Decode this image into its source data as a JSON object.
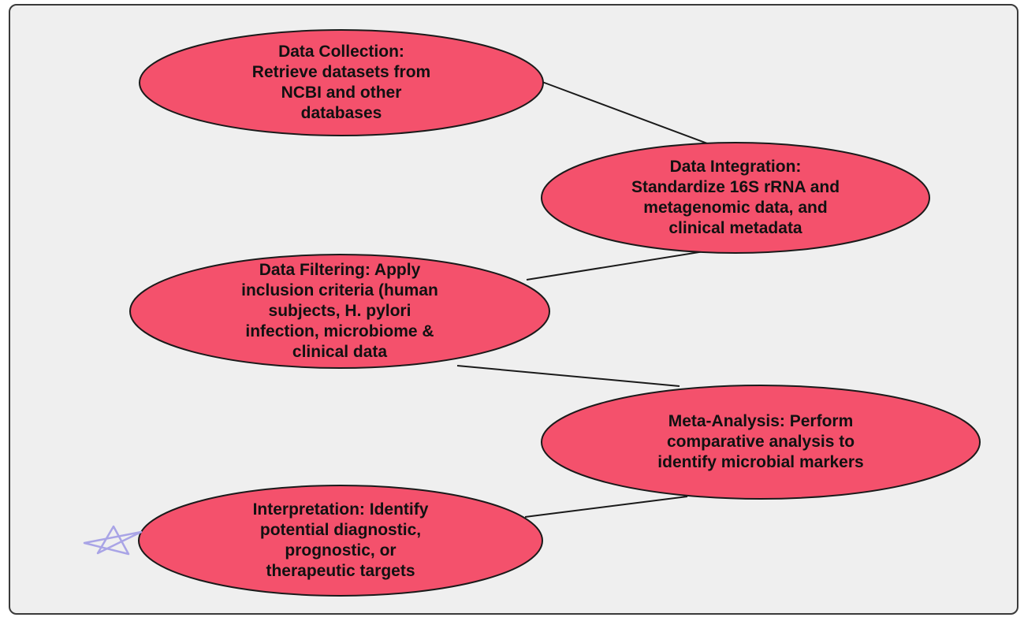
{
  "colors": {
    "node_fill": "#f4516c",
    "node_stroke": "#1a1a1a",
    "connector": "#1a1a1a",
    "star_stroke": "#a9a4e6",
    "frame_bg": "#efefef"
  },
  "nodes": [
    {
      "id": "data-collection",
      "label": "Data Collection:\nRetrieve datasets from\nNCBI and other\ndatabases"
    },
    {
      "id": "data-integration",
      "label": "Data Integration:\nStandardize 16S rRNA and\nmetagenomic data, and\nclinical metadata"
    },
    {
      "id": "data-filtering",
      "label": "Data Filtering: Apply\ninclusion criteria (human\nsubjects, H. pylori\ninfection, microbiome &\nclinical data"
    },
    {
      "id": "meta-analysis",
      "label": "Meta-Analysis: Perform\ncomparative analysis to\nidentify microbial markers"
    },
    {
      "id": "interpretation",
      "label": "Interpretation: Identify\npotential diagnostic,\nprognostic, or\ntherapeutic targets"
    }
  ],
  "edges": [
    {
      "from": "data-collection",
      "to": "data-integration"
    },
    {
      "from": "data-integration",
      "to": "data-filtering"
    },
    {
      "from": "data-filtering",
      "to": "meta-analysis"
    },
    {
      "from": "meta-analysis",
      "to": "interpretation"
    }
  ],
  "decorations": {
    "star_icon": "star-outline-icon"
  }
}
